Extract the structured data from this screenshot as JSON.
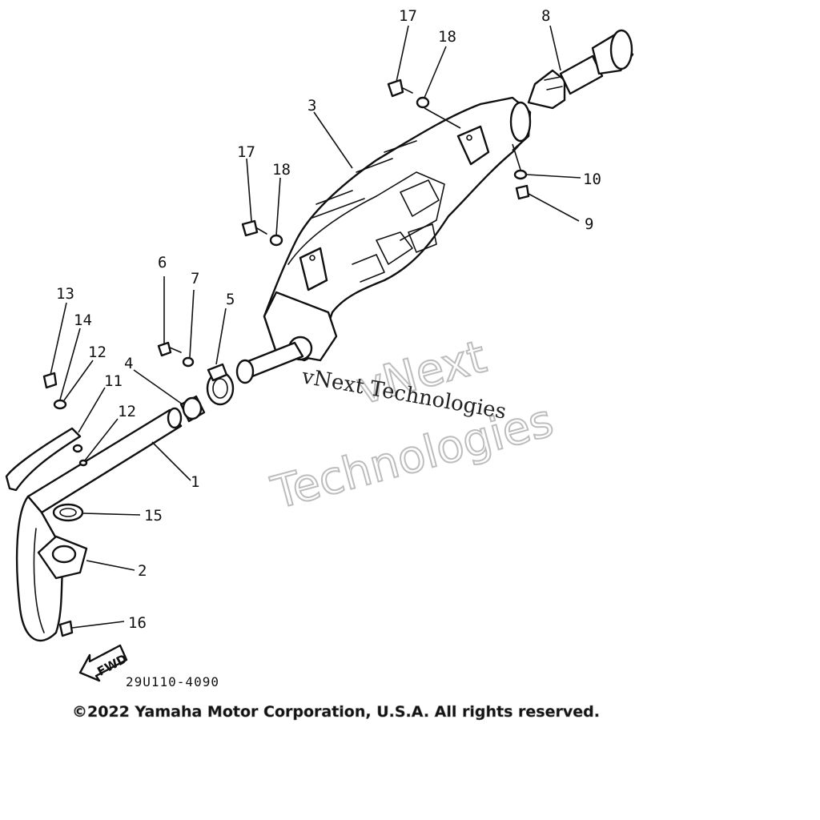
{
  "diagram": {
    "callouts": [
      "1",
      "2",
      "3",
      "4",
      "5",
      "6",
      "7",
      "8",
      "9",
      "10",
      "11",
      "12",
      "12",
      "13",
      "14",
      "15",
      "16",
      "17",
      "17",
      "18",
      "18"
    ],
    "part_code": "29U110-4090",
    "fwd_label": "FWD",
    "watermark_large": [
      "vNext",
      "Technologies"
    ],
    "watermark_small": "vNext Technologies",
    "copyright": "©2022 Yamaha Motor Corporation, U.S.A. All rights reserved."
  }
}
